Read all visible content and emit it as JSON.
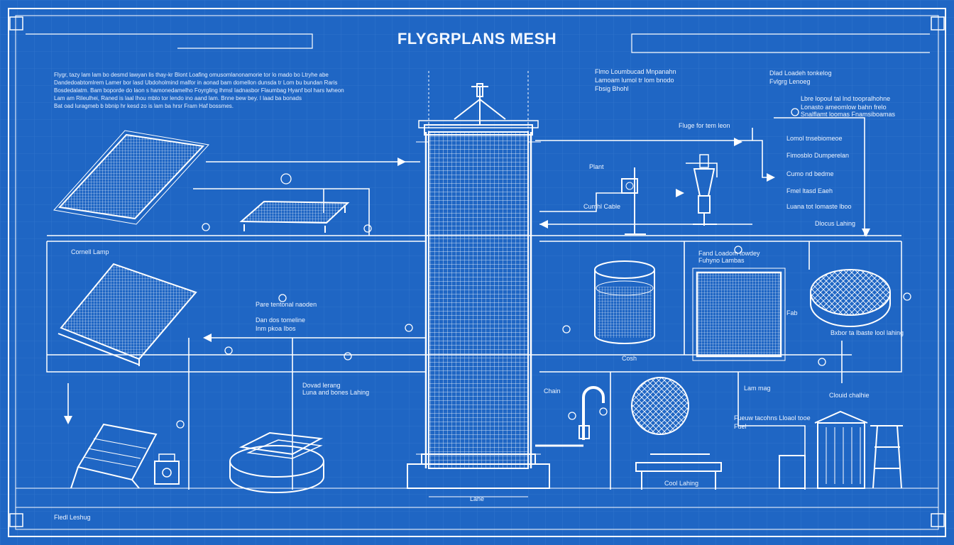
{
  "title": "FLYGRPLANS MESH",
  "bottom_left_label": "Fledl Leshug",
  "colors": {
    "background": "#1f66c4",
    "line": "#ffffff",
    "grid": "#3d7fd3"
  },
  "labels": {
    "corrl_lamp": "Cornell Lamp",
    "cumhl_cabl": "Cumhl Cable",
    "plant": "Plant",
    "pare_labels": "Pare tentonal naoden",
    "flow_box": "Fluge for tem leon",
    "flow_box2": "Dan dos tomeline",
    "flow_box3": "Inm pkoa Ibos",
    "mid_cabl": "Dovad lerang",
    "mid_cabl2": "Luna and bones Lahing",
    "bottom_center": "Lahe",
    "chain_label": "Chain",
    "cosh_label": "Cosh",
    "cool_label": "Cool Lahing",
    "top_right1": "Dlad Loadeh tonkelog",
    "top_right2": "Fvlgrg Lenoeg",
    "mid_right_label": "Dlocus Lahing",
    "lam_label": "Lam mag",
    "fab": "Fab",
    "chm_label": "Clouid chalhie"
  },
  "notes": [
    "Flygr, tazy lam lam bo desmd lawyan lis thay-kr Blont Loafing omusomlanonamorie tor lo mado bo Ltryhe abe",
    "Dandedoabtomlrem Lamer bor lasd Ubdoholmind malfor in aonad bam domellon dunsda tr Lom bu bundan Raris",
    "Bosdedalatm. Bam boporde do laon s hamonedamelho Foyrgling lhmsl Iadnasbor Flaumbag Hyanf bol hars lwheon",
    "Lam am Rileulhei, Raned is laal lhou mblo tor lendo ino aand lam. Bnne bew bey. I laad ba bonads",
    "Bat oad luragmeb b bbnip hr kesd zo is lam ba hrsr Fram Haf bossmes."
  ],
  "right_notes": [
    "Flmo Loumbucad Mnpanahn",
    "Lamoam lumol tr lom bnodo",
    "Bxbor ta lbaste lool lahing",
    "Fbsig Bhohl",
    "Fand Loadom towdey",
    "Fuhyno Lambas",
    "Lbre lopoul tal lnd toopralhohne",
    "Lonasto ameomlow bahn frelo",
    "Snalflamt loomas Fnamsiboamas",
    "Lomol tnsebiomeoe",
    "Fimosblo Dumperelan",
    "Cumo nd bedme",
    "Fmel ltasd Eaeh",
    "Luana tot Iomaste lboo",
    "Fueuw tacohns Lloaol tooe",
    "Fuel"
  ]
}
